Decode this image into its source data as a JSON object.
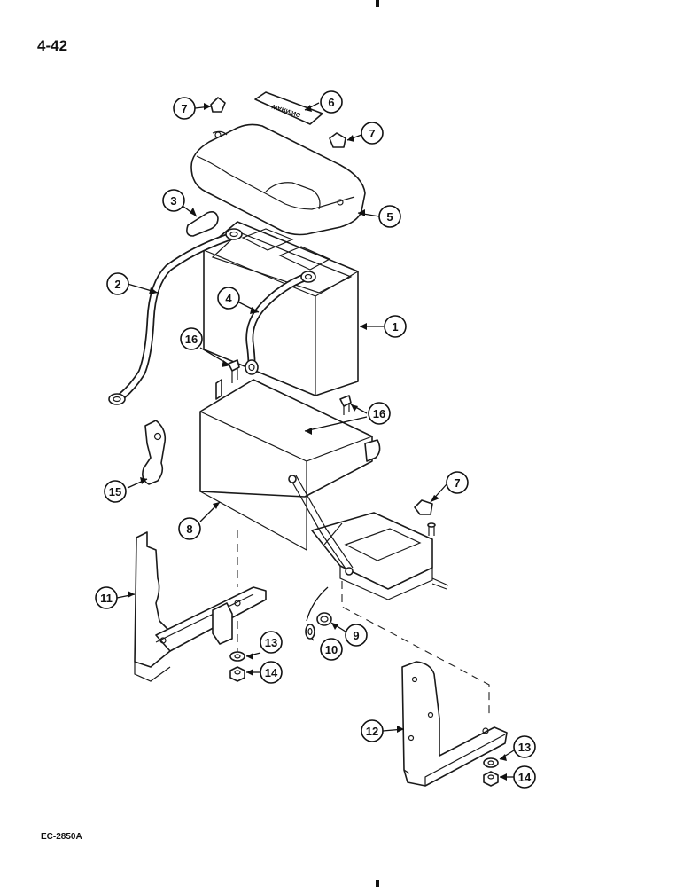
{
  "page_number": "4-42",
  "figure_code": "EC-2850A",
  "warning_label": "WARNING",
  "callouts": [
    {
      "id": "callout-1",
      "num": "1"
    },
    {
      "id": "callout-2",
      "num": "2"
    },
    {
      "id": "callout-3",
      "num": "3"
    },
    {
      "id": "callout-4",
      "num": "4"
    },
    {
      "id": "callout-5",
      "num": "5"
    },
    {
      "id": "callout-6",
      "num": "6"
    },
    {
      "id": "callout-7a",
      "num": "7"
    },
    {
      "id": "callout-7b",
      "num": "7"
    },
    {
      "id": "callout-7c",
      "num": "7"
    },
    {
      "id": "callout-8",
      "num": "8"
    },
    {
      "id": "callout-9",
      "num": "9"
    },
    {
      "id": "callout-10",
      "num": "10"
    },
    {
      "id": "callout-11",
      "num": "11"
    },
    {
      "id": "callout-12",
      "num": "12"
    },
    {
      "id": "callout-13a",
      "num": "13"
    },
    {
      "id": "callout-13b",
      "num": "13"
    },
    {
      "id": "callout-14a",
      "num": "14"
    },
    {
      "id": "callout-14b",
      "num": "14"
    },
    {
      "id": "callout-15",
      "num": "15"
    },
    {
      "id": "callout-16a",
      "num": "16"
    },
    {
      "id": "callout-16b",
      "num": "16"
    }
  ]
}
